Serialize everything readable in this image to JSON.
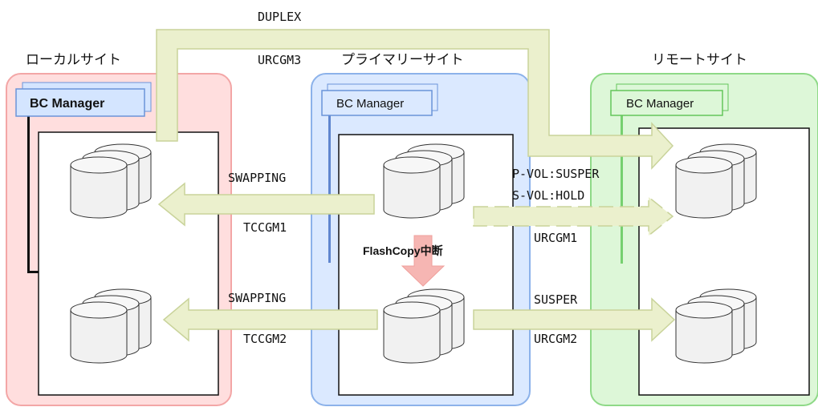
{
  "sites": {
    "local": {
      "label": "ローカルサイト",
      "manager": "BC Manager",
      "color": "#ffdede",
      "border": "#f3a6a6"
    },
    "primary": {
      "label": "プライマリーサイト",
      "manager": "BC Manager",
      "color": "#dbe9ff",
      "border": "#8cb2ea"
    },
    "remote": {
      "label": "リモートサイト",
      "manager": "BC Manager",
      "color": "#ddf7d8",
      "border": "#8ed987"
    }
  },
  "links": {
    "duplex_state": "DUPLEX",
    "urcgm3": "URCGM3",
    "swapping1": "SWAPPING",
    "tccgm1": "TCCGM1",
    "swapping2": "SWAPPING",
    "tccgm2": "TCCGM2",
    "pvol": "P-VOL:SUSPER",
    "svol": "S-VOL:HOLD",
    "urcgm1": "URCGM1",
    "susper": "SUSPER",
    "urcgm2": "URCGM2",
    "flashcopy": "FlashCopy中断"
  },
  "colors": {
    "arrow_fill": "#ebf0cd",
    "arrow_stroke": "#c9d39a",
    "flash_arrow": "#f6b6b3",
    "disk_fill": "#f1f1f1",
    "disk_stroke": "#333333"
  }
}
